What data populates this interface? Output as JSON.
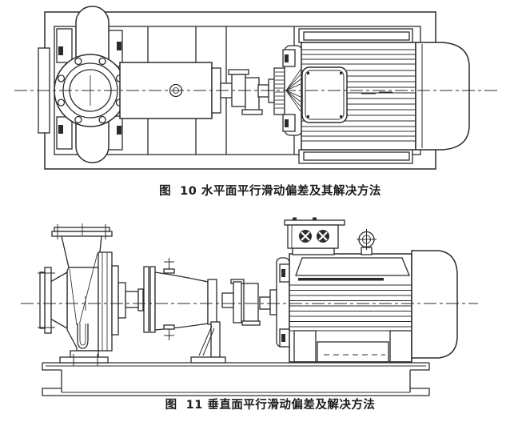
{
  "page": {
    "background": "#ffffff",
    "ink_color": "#2b2b2b"
  },
  "figures": [
    {
      "id": "figure-10",
      "caption": "图  10 水平面平行滑动偏差及其解决方法"
    },
    {
      "id": "figure-11",
      "caption": "图  11 垂直面平行滑动偏差及解决方法"
    }
  ]
}
